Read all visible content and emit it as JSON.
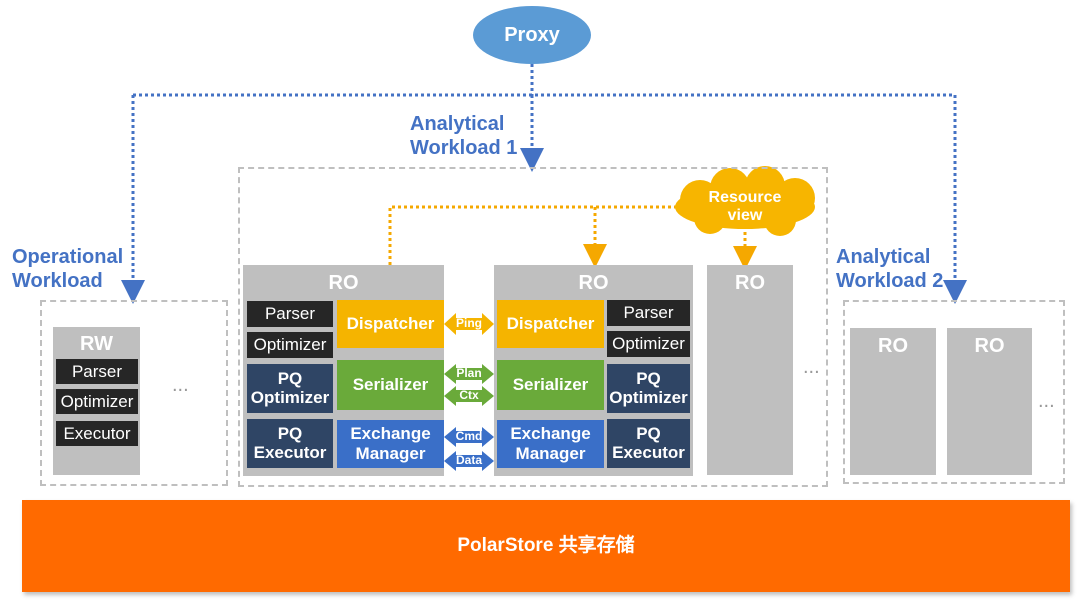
{
  "proxy": "Proxy",
  "analytical1": [
    "Analytical",
    "Workload 1"
  ],
  "analytical2": [
    "Analytical",
    "Workload 2"
  ],
  "operational": [
    "Operational",
    "Workload"
  ],
  "resource_view": [
    "Resource",
    "view"
  ],
  "rw": {
    "title": "RW",
    "items": [
      "Parser",
      "Optimizer",
      "Executor"
    ]
  },
  "ro_label": "RO",
  "ro_node": {
    "parser": "Parser",
    "optimizer": "Optimizer",
    "pq_optimizer": [
      "PQ",
      "Optimizer"
    ],
    "pq_executor": [
      "PQ",
      "Executor"
    ],
    "dispatcher": "Dispatcher",
    "serializer": "Serializer",
    "exchange": [
      "Exchange",
      "Manager"
    ]
  },
  "links": {
    "ping": "Ping",
    "plan": "Plan",
    "ctx": "Ctx",
    "cmd": "Cmd",
    "data": "Data"
  },
  "ellipsis": "...",
  "storage": "PolarStore 共享存储",
  "colors": {
    "proxy": "#5b9bd5",
    "workload_text": "#4472c4",
    "dispatcher": "#f5b400",
    "serializer": "#6aaa3a",
    "exchange": "#3a6fc8",
    "storage": "#ff6a00",
    "dark": "#262626",
    "pq": "#2f4565"
  }
}
